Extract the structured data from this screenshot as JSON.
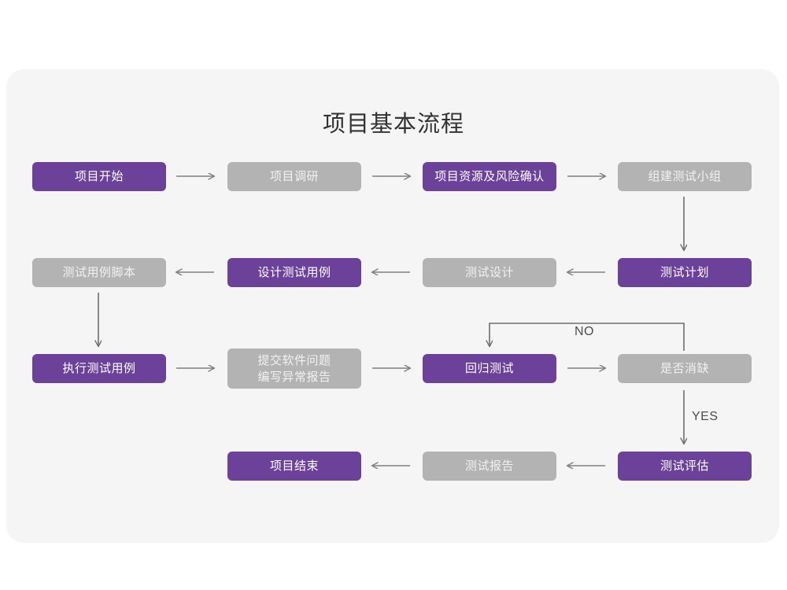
{
  "card": {
    "background_color": "#f5f5f5",
    "page_background": "#ffffff"
  },
  "title": "项目基本流程",
  "palette": {
    "purple": "#6b4199",
    "gray": "#b3b3b3",
    "purple_text": "#ffffff",
    "gray_text": "#f2f2f2",
    "connector": "#808080",
    "title_text": "#333333",
    "label_text": "#4d4d4d"
  },
  "nodes": [
    {
      "id": "n1",
      "label": "项目开始",
      "style": "purple",
      "row": 1,
      "col": 1
    },
    {
      "id": "n2",
      "label": "项目调研",
      "style": "gray",
      "row": 1,
      "col": 2
    },
    {
      "id": "n3",
      "label": "项目资源及风险确认",
      "style": "purple",
      "row": 1,
      "col": 3
    },
    {
      "id": "n4",
      "label": "组建测试小组",
      "style": "gray",
      "row": 1,
      "col": 4
    },
    {
      "id": "n5",
      "label": "测试用例脚本",
      "style": "gray",
      "row": 2,
      "col": 1
    },
    {
      "id": "n6",
      "label": "设计测试用例",
      "style": "purple",
      "row": 2,
      "col": 2
    },
    {
      "id": "n7",
      "label": "测试设计",
      "style": "gray",
      "row": 2,
      "col": 3
    },
    {
      "id": "n8",
      "label": "测试计划",
      "style": "purple",
      "row": 2,
      "col": 4
    },
    {
      "id": "n9",
      "label": "执行测试用例",
      "style": "purple",
      "row": 3,
      "col": 1
    },
    {
      "id": "n10",
      "label": "提交软件问题\n编写异常报告",
      "style": "gray",
      "row": 3,
      "col": 2
    },
    {
      "id": "n11",
      "label": "回归测试",
      "style": "purple",
      "row": 3,
      "col": 3
    },
    {
      "id": "n12",
      "label": "是否消缺",
      "style": "gray",
      "row": 3,
      "col": 4
    },
    {
      "id": "n13",
      "label": "项目结束",
      "style": "purple",
      "row": 4,
      "col": 2
    },
    {
      "id": "n14",
      "label": "测试报告",
      "style": "gray",
      "row": 4,
      "col": 3
    },
    {
      "id": "n15",
      "label": "测试评估",
      "style": "purple",
      "row": 4,
      "col": 4
    }
  ],
  "edge_labels": {
    "no": "NO",
    "yes": "YES"
  },
  "edges": [
    {
      "from": "n1",
      "to": "n2",
      "direction": "right"
    },
    {
      "from": "n2",
      "to": "n3",
      "direction": "right"
    },
    {
      "from": "n3",
      "to": "n4",
      "direction": "right"
    },
    {
      "from": "n4",
      "to": "n8",
      "direction": "down"
    },
    {
      "from": "n8",
      "to": "n7",
      "direction": "left"
    },
    {
      "from": "n7",
      "to": "n6",
      "direction": "left"
    },
    {
      "from": "n6",
      "to": "n5",
      "direction": "left"
    },
    {
      "from": "n5",
      "to": "n9",
      "direction": "down"
    },
    {
      "from": "n9",
      "to": "n10",
      "direction": "right"
    },
    {
      "from": "n10",
      "to": "n11",
      "direction": "right"
    },
    {
      "from": "n11",
      "to": "n12",
      "direction": "right"
    },
    {
      "from": "n12",
      "to": "n11",
      "direction": "loop-up-left",
      "label": "NO"
    },
    {
      "from": "n12",
      "to": "n15",
      "direction": "down",
      "label": "YES"
    },
    {
      "from": "n15",
      "to": "n14",
      "direction": "left"
    },
    {
      "from": "n14",
      "to": "n13",
      "direction": "left"
    }
  ]
}
